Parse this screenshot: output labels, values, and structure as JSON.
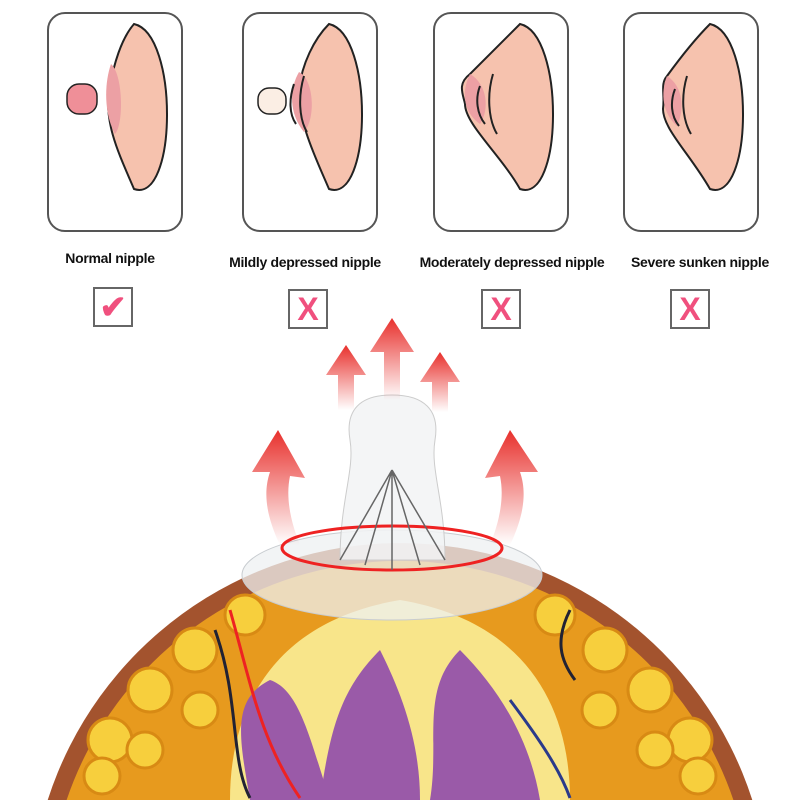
{
  "types": [
    {
      "label": "Normal nipple",
      "status": "check",
      "mark": "✔"
    },
    {
      "label": "Mildly depressed nipple",
      "status": "cross",
      "mark": "X"
    },
    {
      "label": "Moderately depressed nipple",
      "status": "cross",
      "mark": "X"
    },
    {
      "label": "Severe sunken nipple",
      "status": "cross",
      "mark": "X"
    }
  ],
  "colors": {
    "skin": "#f6c2ae",
    "areola": "#eca0a4",
    "mark": "#f0507e",
    "arrow": "#e8302c",
    "fat": "#f2b21c",
    "lobes": "#9a5aa8",
    "rim": "#a3532e"
  }
}
